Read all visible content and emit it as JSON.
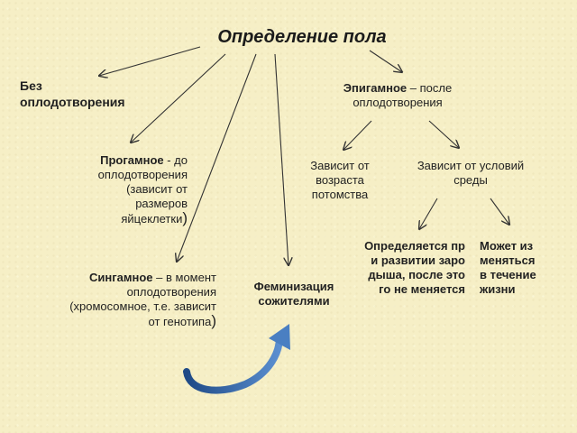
{
  "title": "Определение пола",
  "nodes": {
    "bez": {
      "text": "Без оплодотворения"
    },
    "progamnoe": {
      "term": "Прогамное",
      "rest": " - до оплодотворения (зависит от размеров яйцеклетки",
      "close": ")"
    },
    "singamnoe": {
      "term": "Сингамное",
      "rest": " – в момент оплодотворения (хромосомное, т.е. зависит от генотипа",
      "close": ")"
    },
    "feminizatsiya": {
      "text": "Феминизация сожителями"
    },
    "epigamnoe": {
      "term": "Эпигамное",
      "rest": " – после оплодотворения"
    },
    "vozrast": {
      "text": "Зависит от возраста потомства"
    },
    "usloviya": {
      "text": "Зависит от условий среды"
    },
    "opredelyaetsya": {
      "text": "Определяется при развитии зародыша, после этого не меняется"
    },
    "mozhet": {
      "text": "Может изменяться в течение жизни"
    }
  },
  "colors": {
    "arrow": "#333333",
    "curved_arrow": "#2e5e9c",
    "background": "#f6efc6"
  }
}
